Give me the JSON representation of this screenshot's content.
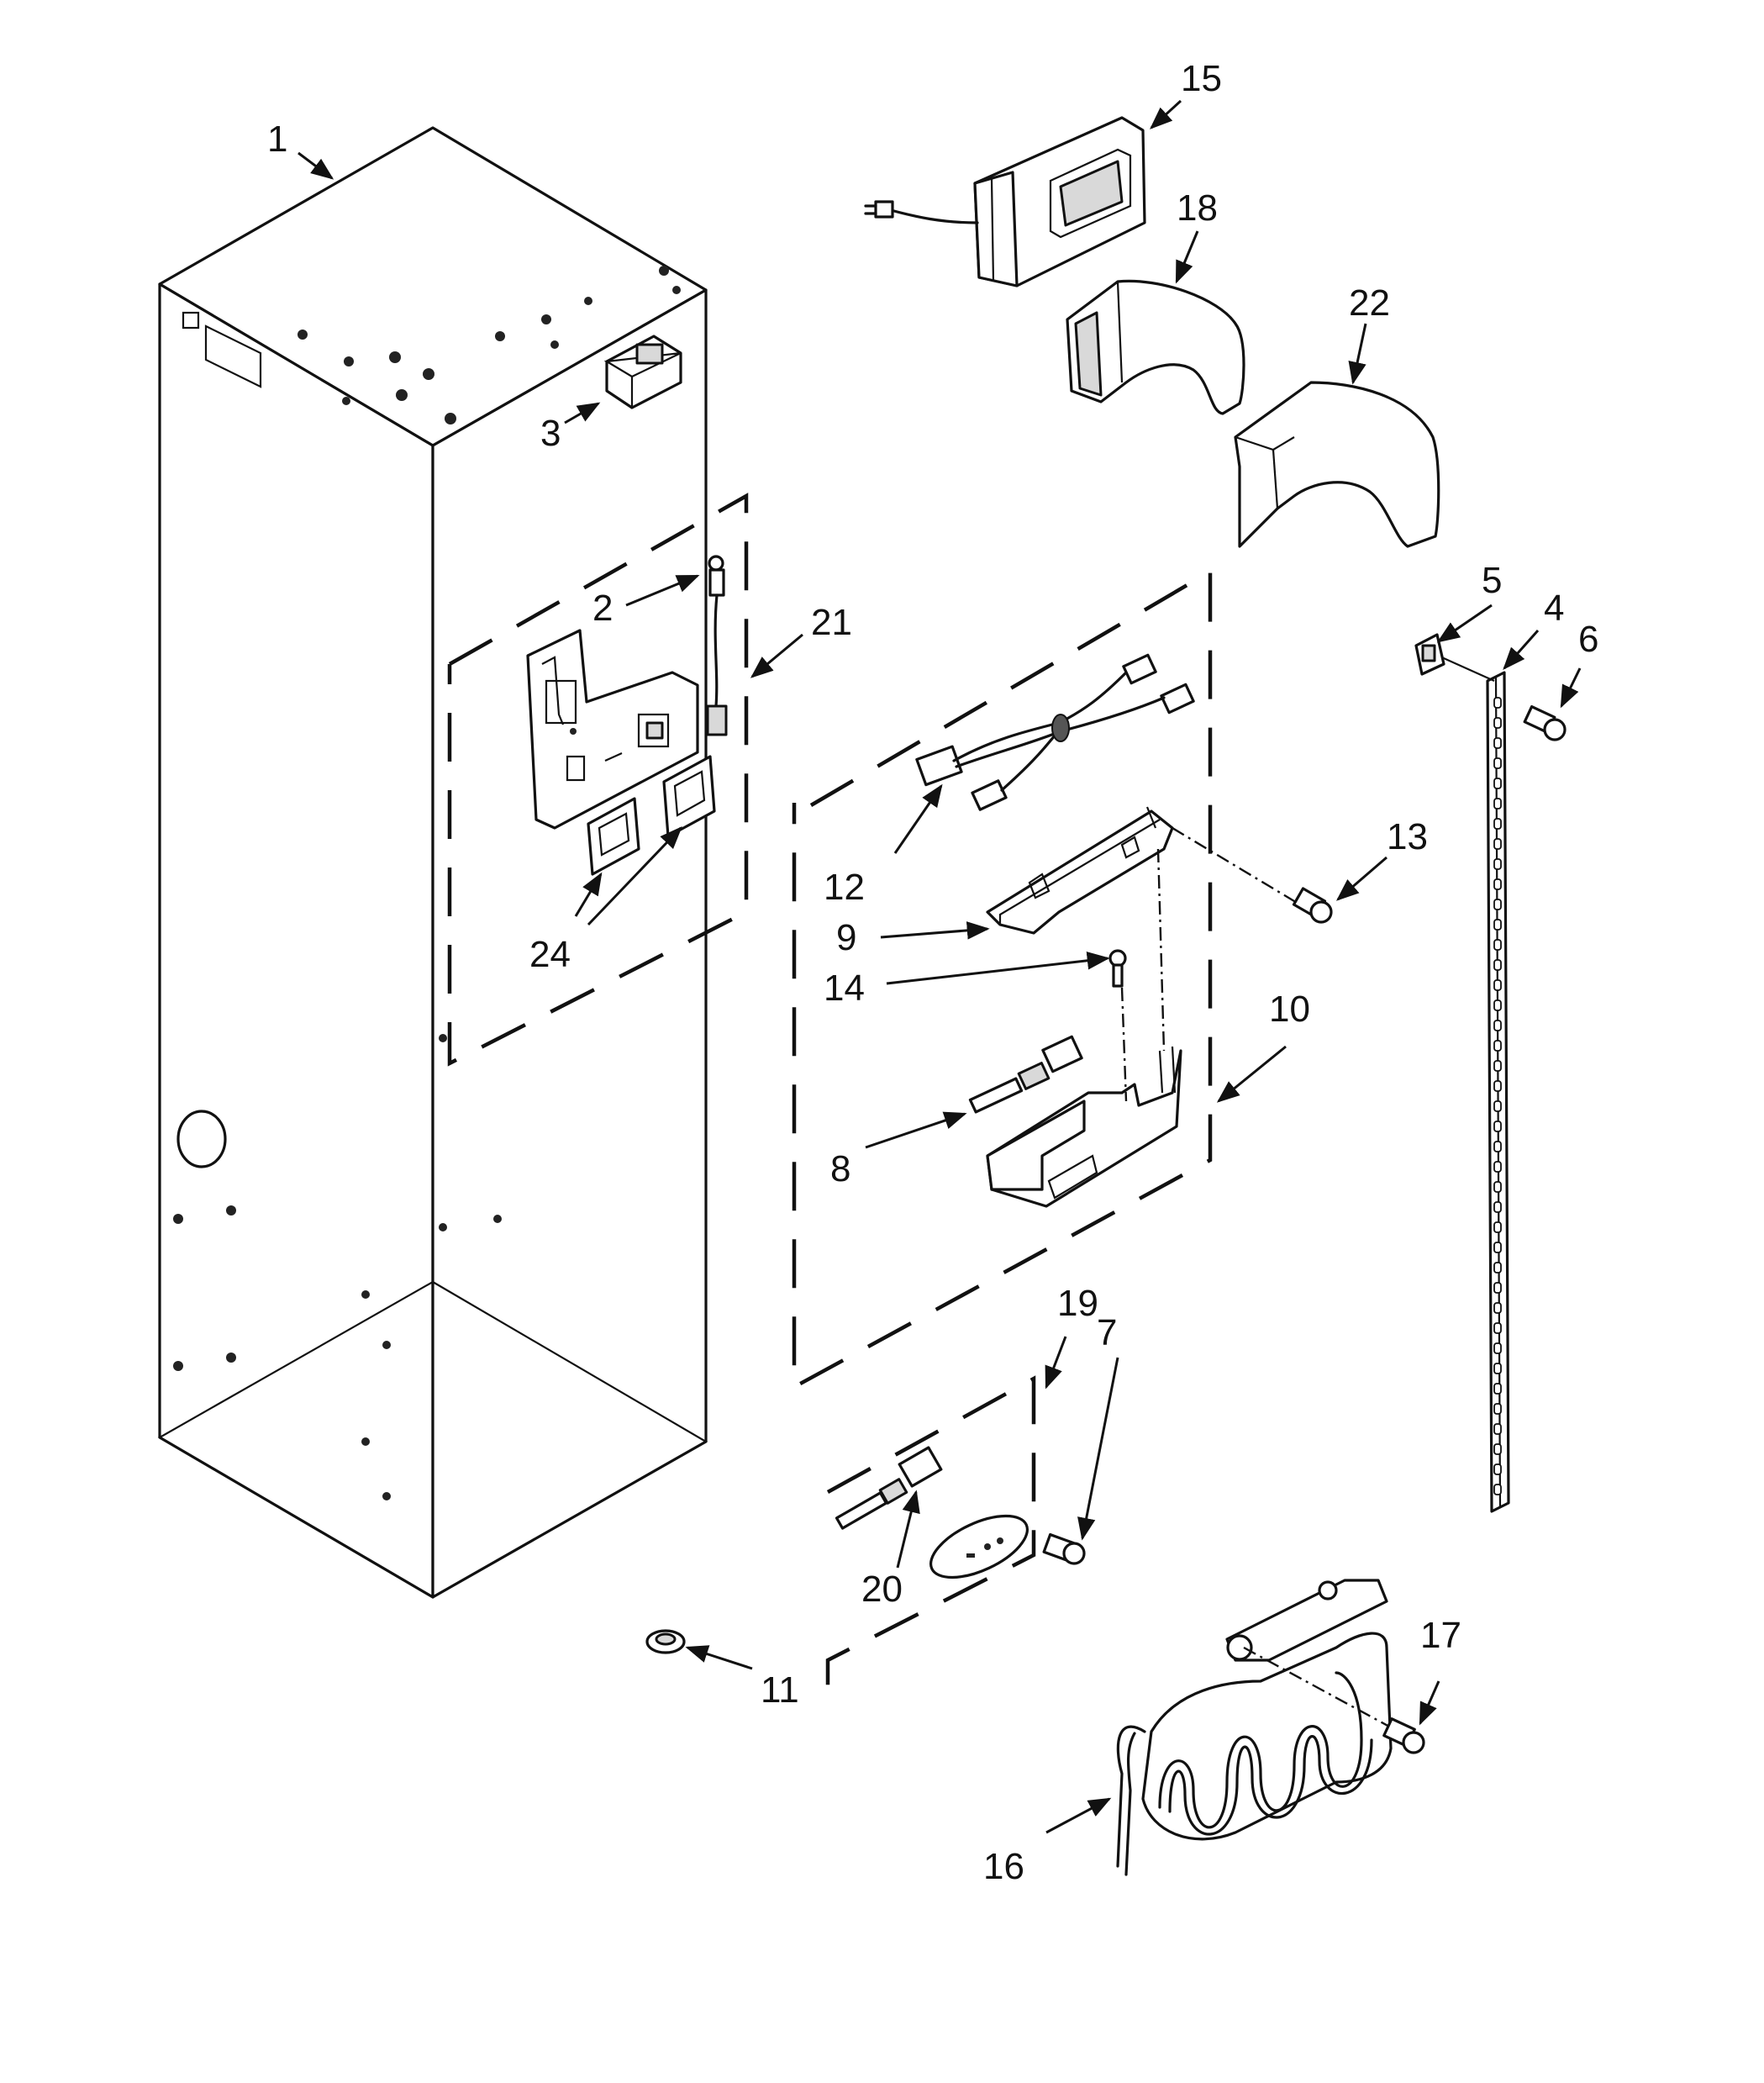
{
  "callouts": [
    {
      "id": "1",
      "label": "1"
    },
    {
      "id": "2",
      "label": "2"
    },
    {
      "id": "3",
      "label": "3"
    },
    {
      "id": "4",
      "label": "4"
    },
    {
      "id": "5",
      "label": "5"
    },
    {
      "id": "6",
      "label": "6"
    },
    {
      "id": "7",
      "label": "7"
    },
    {
      "id": "8",
      "label": "8"
    },
    {
      "id": "9",
      "label": "9"
    },
    {
      "id": "10",
      "label": "10"
    },
    {
      "id": "11",
      "label": "11"
    },
    {
      "id": "12",
      "label": "12"
    },
    {
      "id": "13",
      "label": "13"
    },
    {
      "id": "14",
      "label": "14"
    },
    {
      "id": "15",
      "label": "15"
    },
    {
      "id": "16",
      "label": "16"
    },
    {
      "id": "17",
      "label": "17"
    },
    {
      "id": "18",
      "label": "18"
    },
    {
      "id": "19",
      "label": "19"
    },
    {
      "id": "20",
      "label": "20"
    },
    {
      "id": "21",
      "label": "21"
    },
    {
      "id": "22",
      "label": "22"
    },
    {
      "id": "24",
      "label": "24"
    }
  ]
}
